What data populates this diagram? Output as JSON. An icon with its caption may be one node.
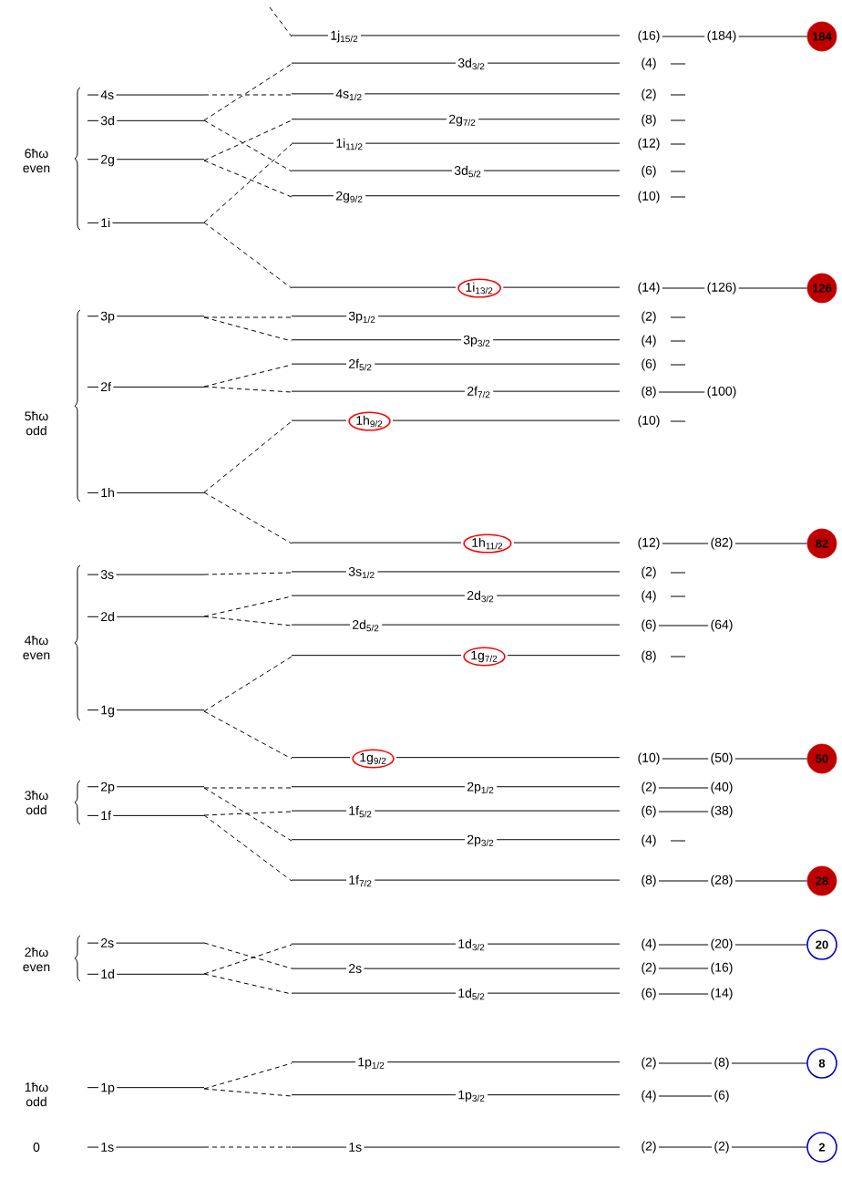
{
  "diagram": {
    "nodes": [
      {
        "text": [
          "4s"
        ]
      },
      {
        "text": [
          "3d"
        ]
      },
      {
        "text": [
          "2g"
        ]
      },
      {
        "text": [
          "1i"
        ]
      },
      {
        "text": [
          "3p"
        ]
      },
      {
        "text": [
          "2f"
        ]
      },
      {
        "text": [
          "1h"
        ]
      },
      {
        "text": [
          "3s"
        ]
      },
      {
        "text": [
          "2d"
        ]
      },
      {
        "text": [
          "1g"
        ]
      },
      {
        "text": [
          "2p"
        ]
      },
      {
        "text": [
          "1f"
        ]
      },
      {
        "text": [
          "2s"
        ]
      },
      {
        "text": [
          "1d"
        ]
      },
      {
        "text": [
          "1p"
        ]
      },
      {
        "text": [
          "1s"
        ]
      },
      {
        "text": [
          "1j$_{15/2}$"
        ],
        "beside": [
          "(16)"
        ]
      },
      {
        "text": [
          "3d$_{3/2}$"
        ],
        "beside": [
          "(4)"
        ]
      },
      {
        "text": [
          "4s$_{1/2}$"
        ],
        "beside": [
          "(2)"
        ]
      },
      {
        "text": [
          "2g$_{7/2}$"
        ],
        "beside": [
          "(8)"
        ]
      },
      {
        "text": [
          "1i$_{11/2}$"
        ],
        "beside": [
          "(12)"
        ]
      },
      {
        "text": [
          "3d$_{5/2}$"
        ],
        "beside": [
          "(6)"
        ]
      },
      {
        "text": [
          "2g$_{9/2}$"
        ],
        "beside": [
          "(10)"
        ]
      },
      {
        "text": [
          "1i$_{13/2}$"
        ],
        "beside": [
          "(14)"
        ]
      },
      {
        "text": [
          "3p$_{1/2}$"
        ],
        "beside": [
          "(2)"
        ]
      },
      {
        "text": [
          "3p$_{3/2}$"
        ],
        "beside": [
          "(4)"
        ]
      },
      {
        "text": [
          "2f$_{5/2}$"
        ],
        "beside": [
          "(6)"
        ]
      },
      {
        "text": [
          "2f$_{7/2}$"
        ],
        "beside": [
          "(8)"
        ]
      },
      {
        "text": [
          "1h$_{9/2}$"
        ],
        "beside": [
          "(10)"
        ]
      },
      {
        "text": [
          "1h$_{11/2}$"
        ],
        "beside": [
          "(12)"
        ]
      },
      {
        "text": [
          "3s$_{1/2}$"
        ],
        "beside": [
          "(2)"
        ]
      },
      {
        "text": [
          "2d$_{3/2}$"
        ],
        "beside": [
          "(4)"
        ]
      },
      {
        "text": [
          "2d$_{5/2}$"
        ],
        "beside": [
          "(6)"
        ]
      },
      {
        "text": [
          "1g$_{7/2}$"
        ],
        "beside": [
          "(8)"
        ]
      },
      {
        "text": [
          "1g$_{9/2}$"
        ],
        "beside": [
          "(10)"
        ]
      },
      {
        "text": [
          "2p$_{1/2}$"
        ],
        "beside": [
          "(2)"
        ]
      },
      {
        "text": [
          "1f$_{5/2}$"
        ],
        "beside": [
          "(6)"
        ]
      },
      {
        "text": [
          "2p$_{3/2}$"
        ],
        "beside": [
          "(4)"
        ]
      },
      {
        "text": [
          "1f$_{7/2}$"
        ],
        "beside": [
          "(8)"
        ]
      },
      {
        "text": [
          "1d$_{3/2}$"
        ],
        "beside": [
          "(4)"
        ]
      },
      {
        "text": [
          "2s"
        ],
        "beside": [
          "(2)"
        ]
      },
      {
        "text": [
          "1d$_{5/2}$"
        ],
        "beside": [
          "(6)"
        ]
      },
      {
        "text": [
          "1p$_{1/2}$"
        ],
        "beside": [
          "(2)"
        ]
      },
      {
        "text": [
          "1p$_{3/2}$"
        ],
        "beside": [
          "(4)"
        ]
      },
      {
        "text": [
          "1s"
        ],
        "beside": [
          "(2)"
        ]
      },
      {
        "text": [
          "184"
        ]
      },
      {
        "text": [
          "126"
        ]
      },
      {
        "text": [
          "82"
        ]
      },
      {
        "text": [
          "50"
        ]
      },
      {
        "text": [
          "28"
        ]
      },
      {
        "text": [
          "20"
        ]
      },
      {
        "text": [
          "8"
        ]
      },
      {
        "text": [
          "2"
        ]
      },
      {
        "text": [
          "(184)"
        ]
      },
      {
        "text": [
          "(126)"
        ]
      },
      {
        "text": [
          "(100)"
        ]
      },
      {
        "text": [
          "(82)"
        ]
      },
      {
        "text": [
          "(64)"
        ]
      },
      {
        "text": [
          "(50)"
        ]
      },
      {
        "text": [
          "(40)"
        ]
      },
      {
        "text": [
          "(38)"
        ]
      },
      {
        "text": [
          "(28)"
        ]
      },
      {
        "text": [
          "(20)"
        ]
      },
      {
        "text": [
          "(16)"
        ]
      },
      {
        "text": [
          "(14)"
        ]
      },
      {
        "text": [
          "(8)"
        ]
      },
      {
        "text": [
          "(6)"
        ]
      },
      {
        "text": [
          "(2)"
        ]
      }
    ],
    "edges": [
      {
        "from": null,
        "to": 16,
        "arrow": "none",
        "style": "dashed"
      },
      {
        "from": 0,
        "to": 18,
        "arrow": "none",
        "style": "dashed"
      },
      {
        "from": 1,
        "to": 17,
        "arrow": "none",
        "style": "dashed"
      },
      {
        "from": 1,
        "to": 21,
        "arrow": "none",
        "style": "dashed"
      },
      {
        "from": 2,
        "to": 19,
        "arrow": "none",
        "style": "dashed"
      },
      {
        "from": 2,
        "to": 22,
        "arrow": "none",
        "style": "dashed"
      },
      {
        "from": 3,
        "to": 20,
        "arrow": "none",
        "style": "dashed"
      },
      {
        "from": 3,
        "to": 23,
        "arrow": "none",
        "style": "dashed"
      },
      {
        "from": 4,
        "to": 24,
        "arrow": "none",
        "style": "dashed"
      },
      {
        "from": 4,
        "to": 25,
        "arrow": "none",
        "style": "dashed"
      },
      {
        "from": 5,
        "to": 26,
        "arrow": "none",
        "style": "dashed"
      },
      {
        "from": 5,
        "to": 27,
        "arrow": "none",
        "style": "dashed"
      },
      {
        "from": 6,
        "to": 28,
        "arrow": "none",
        "style": "dashed"
      },
      {
        "from": 6,
        "to": 29,
        "arrow": "none",
        "style": "dashed"
      },
      {
        "from": 7,
        "to": 30,
        "arrow": "none",
        "style": "dashed"
      },
      {
        "from": 8,
        "to": 31,
        "arrow": "none",
        "style": "dashed"
      },
      {
        "from": 8,
        "to": 32,
        "arrow": "none",
        "style": "dashed"
      },
      {
        "from": 9,
        "to": 33,
        "arrow": "none",
        "style": "dashed"
      },
      {
        "from": 9,
        "to": 34,
        "arrow": "none",
        "style": "dashed"
      },
      {
        "from": 10,
        "to": 35,
        "arrow": "none",
        "style": "dashed"
      },
      {
        "from": 10,
        "to": 37,
        "arrow": "none",
        "style": "dashed"
      },
      {
        "from": 11,
        "to": 36,
        "arrow": "none",
        "style": "dashed"
      },
      {
        "from": 11,
        "to": 38,
        "arrow": "none",
        "style": "dashed"
      },
      {
        "from": 12,
        "to": 40,
        "arrow": "none",
        "style": "dashed"
      },
      {
        "from": 13,
        "to": 39,
        "arrow": "none",
        "style": "dashed"
      },
      {
        "from": 13,
        "to": 41,
        "arrow": "none",
        "style": "dashed"
      },
      {
        "from": 14,
        "to": 42,
        "arrow": "none",
        "style": "dashed"
      },
      {
        "from": 14,
        "to": 43,
        "arrow": "none",
        "style": "dashed"
      },
      {
        "from": 15,
        "to": 44,
        "arrow": "none",
        "style": "dashed"
      },
      {
        "from": 16,
        "to": 53,
        "arrow": "none"
      },
      {
        "from": 23,
        "to": 54,
        "arrow": "none"
      },
      {
        "from": 27,
        "to": 55,
        "arrow": "none"
      },
      {
        "from": 29,
        "to": 56,
        "arrow": "none"
      },
      {
        "from": 32,
        "to": 57,
        "arrow": "none"
      },
      {
        "from": 34,
        "to": 58,
        "arrow": "none"
      },
      {
        "from": 35,
        "to": 59,
        "arrow": "none"
      },
      {
        "from": 36,
        "to": 60,
        "arrow": "none"
      },
      {
        "from": 38,
        "to": 61,
        "arrow": "none"
      },
      {
        "from": 39,
        "to": 62,
        "arrow": "none"
      },
      {
        "from": 40,
        "to": 63,
        "arrow": "none"
      },
      {
        "from": 41,
        "to": 64,
        "arrow": "none"
      },
      {
        "from": 42,
        "to": 65,
        "arrow": "none"
      },
      {
        "from": 43,
        "to": 66,
        "arrow": "none"
      },
      {
        "from": 44,
        "to": 67,
        "arrow": "none"
      },
      {
        "from": 53,
        "to": 45,
        "arrow": "none"
      },
      {
        "from": 54,
        "to": 46,
        "arrow": "none"
      },
      {
        "from": 56,
        "to": 47,
        "arrow": "none"
      },
      {
        "from": 58,
        "to": 48,
        "arrow": "none"
      },
      {
        "from": 61,
        "to": 49,
        "arrow": "none"
      },
      {
        "from": 62,
        "to": 50,
        "arrow": "none"
      },
      {
        "from": 65,
        "to": 51,
        "arrow": "none"
      },
      {
        "from": 67,
        "to": 52,
        "arrow": "none"
      }
    ],
    "labels": [
      "6ħω even",
      "5ħω odd",
      "4ħω even",
      "3ħω odd",
      "2ħω even",
      "1ħω odd",
      "0"
    ]
  }
}
